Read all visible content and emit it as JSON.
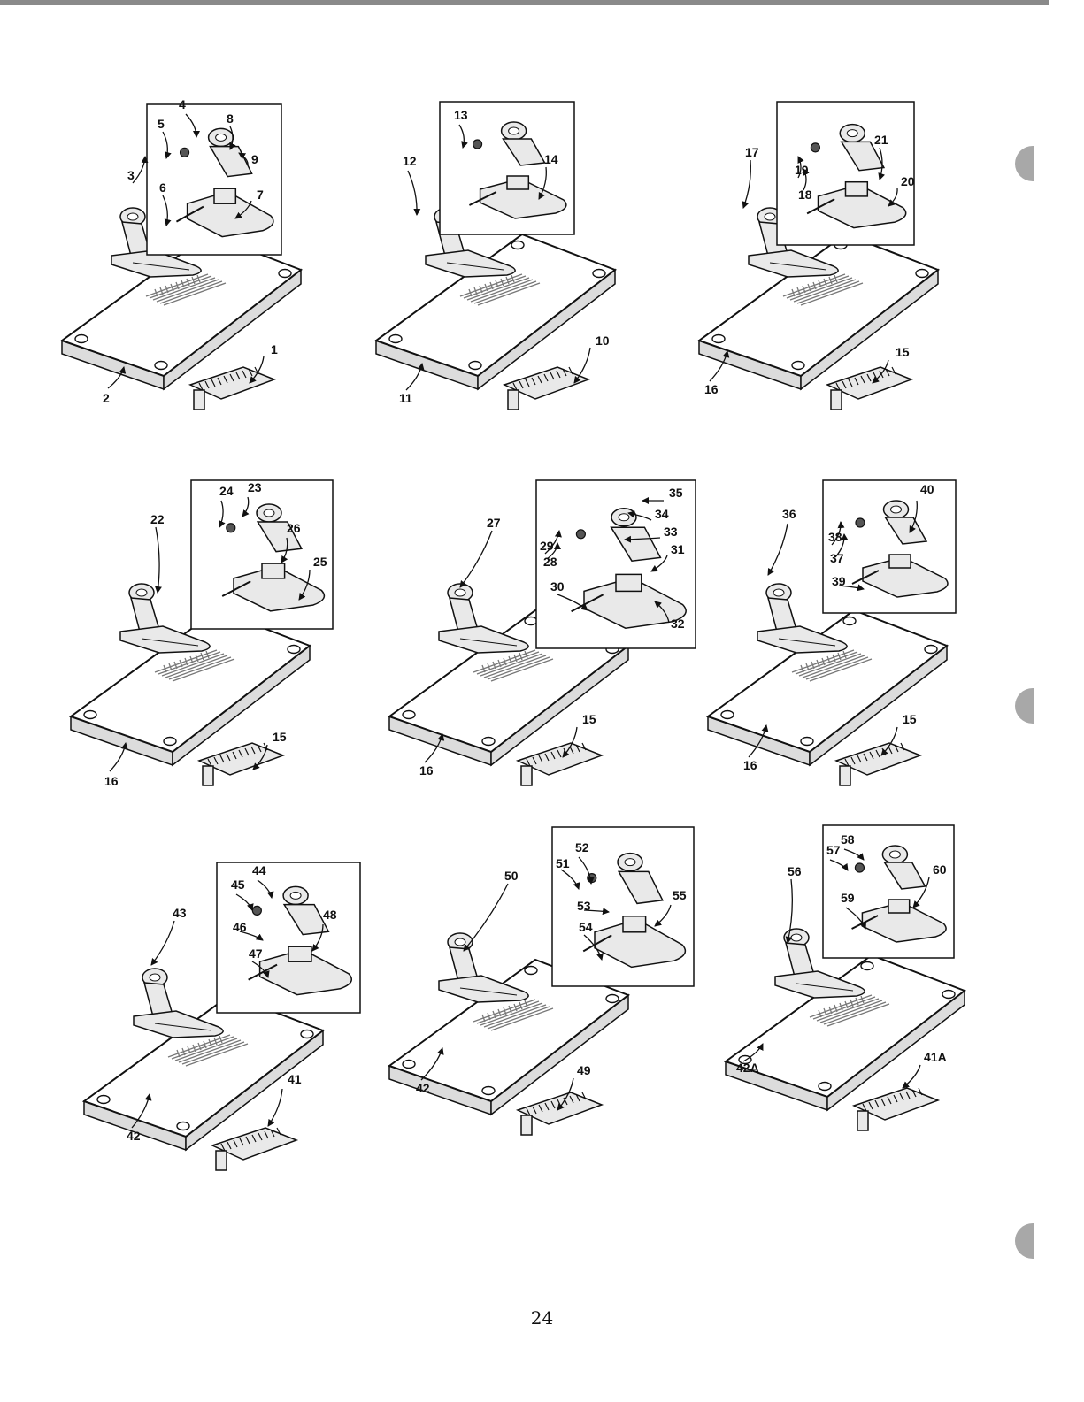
{
  "page": {
    "number": "24"
  },
  "panels": [
    {
      "id": "p1",
      "labels": [
        "1",
        "2",
        "3",
        "4",
        "5",
        "6",
        "7",
        "8",
        "9"
      ]
    },
    {
      "id": "p2",
      "labels": [
        "10",
        "11",
        "12",
        "13",
        "14"
      ]
    },
    {
      "id": "p3",
      "labels": [
        "15",
        "16",
        "17",
        "18",
        "19",
        "20",
        "21"
      ]
    },
    {
      "id": "p4",
      "labels": [
        "15",
        "16",
        "22",
        "23",
        "24",
        "25",
        "26"
      ]
    },
    {
      "id": "p5",
      "labels": [
        "15",
        "16",
        "27",
        "28",
        "29",
        "30",
        "31",
        "32",
        "33",
        "34",
        "35"
      ]
    },
    {
      "id": "p6",
      "labels": [
        "15",
        "16",
        "36",
        "37",
        "38",
        "39",
        "40"
      ]
    },
    {
      "id": "p7",
      "labels": [
        "41",
        "42",
        "43",
        "44",
        "45",
        "46",
        "47",
        "48"
      ]
    },
    {
      "id": "p8",
      "labels": [
        "42",
        "49",
        "50",
        "51",
        "52",
        "53",
        "54",
        "55"
      ]
    },
    {
      "id": "p9",
      "labels": [
        "41A",
        "42A",
        "56",
        "57",
        "58",
        "59",
        "60"
      ]
    }
  ]
}
